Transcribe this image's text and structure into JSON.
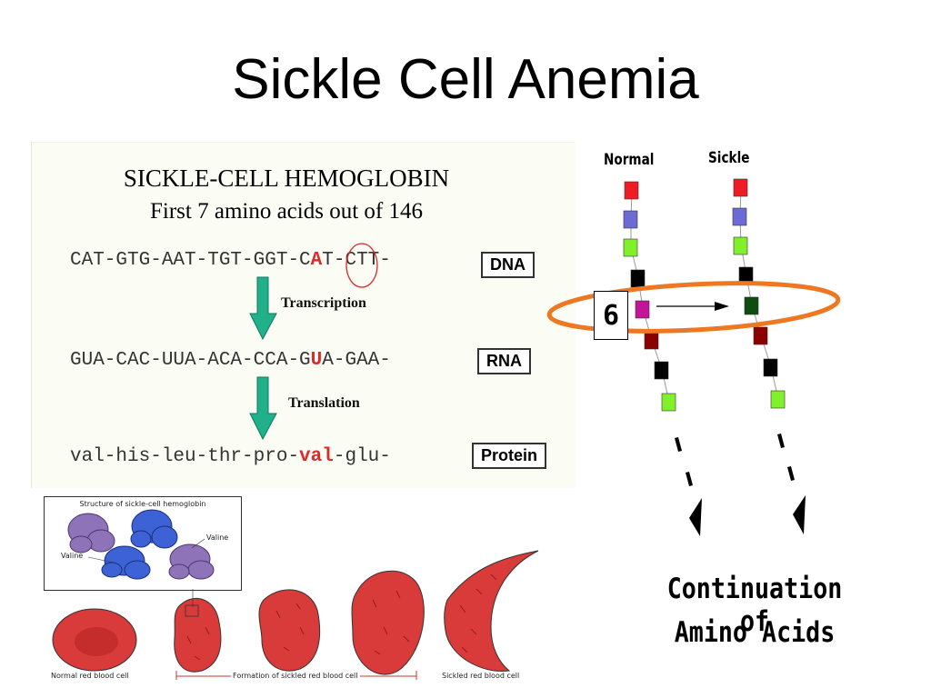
{
  "slide": {
    "title": "Sickle Cell Anemia"
  },
  "dna_panel": {
    "title": "SICKLE-CELL HEMOGLOBIN",
    "subtitle": "First 7 amino acids out of 146",
    "dna": {
      "before": "CAT-GTG-AAT-TGT-GGT-C",
      "mutation": "A",
      "after": "T-CTT-",
      "label": "DNA"
    },
    "transcription_label": "Transcription",
    "rna": {
      "before": "GUA-CAC-UUA-ACA-CCA-G",
      "mutation": "U",
      "after": "A-GAA-",
      "label": "RNA"
    },
    "translation_label": "Translation",
    "protein": {
      "before": "val-his-leu-thr-pro-",
      "mutation": "val",
      "after": "-glu-",
      "label": "Protein"
    },
    "colors": {
      "mutation": "#d92b2b",
      "arrow": "#20b08a"
    }
  },
  "chain_diagram": {
    "normal_label": "Normal",
    "sickle_label": "Sickle",
    "position_label": "6",
    "continuation_line1": "Continuation of",
    "continuation_line2": "Amino Acids",
    "colors": {
      "normal_sequence": [
        "#ee1c24",
        "#6b6bd6",
        "#7ff02a",
        "#000000",
        "#c4149a",
        "#8b0000",
        "#000000",
        "#7ff02a"
      ],
      "sickle_sequence": [
        "#ee1c24",
        "#6b6bd6",
        "#7ff02a",
        "#000000",
        "#0e4d0e",
        "#8b0000",
        "#000000",
        "#7ff02a"
      ],
      "highlight_ring": "#ee7722"
    }
  },
  "hemoglobin_inset": {
    "title": "Structure of sickle-cell hemoglobin",
    "valine_left": "Valine",
    "valine_right": "Valine"
  },
  "cells": {
    "normal_label": "Normal red blood cell",
    "formation_label": "Formation of sickled red blood cell",
    "sickled_label": "Sickled red blood cell",
    "color": "#d93a3a"
  }
}
